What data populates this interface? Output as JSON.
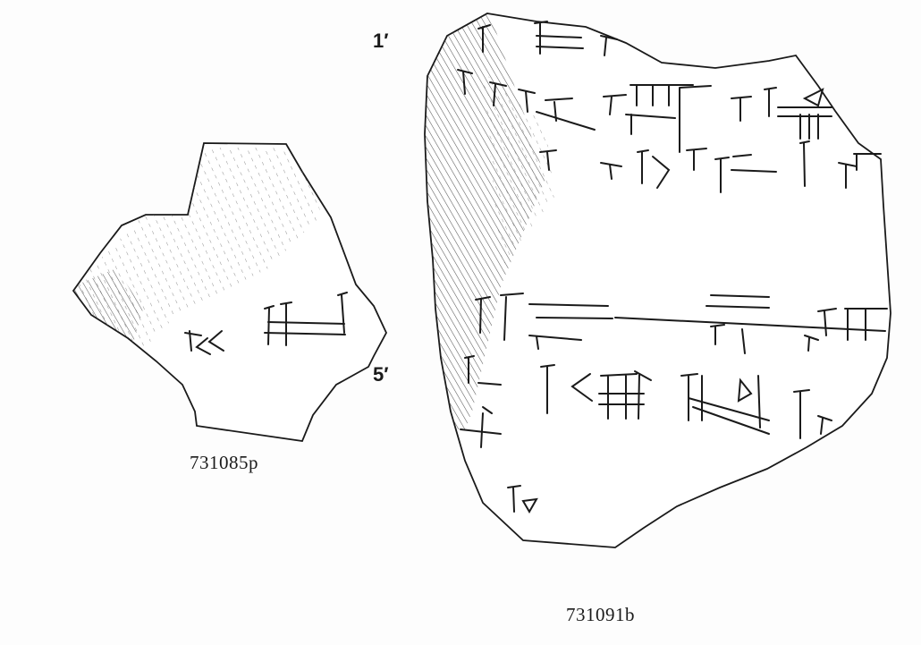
{
  "labels": {
    "line_start": "1′",
    "line_five": "5′"
  },
  "fragments": [
    {
      "id": "left-fragment",
      "caption": "731085p"
    },
    {
      "id": "right-fragment",
      "caption": "731091b"
    }
  ],
  "colors": {
    "ink": "#1a1a1a",
    "paper": "#fdfdfd",
    "hatch": "#5a5a5a"
  }
}
